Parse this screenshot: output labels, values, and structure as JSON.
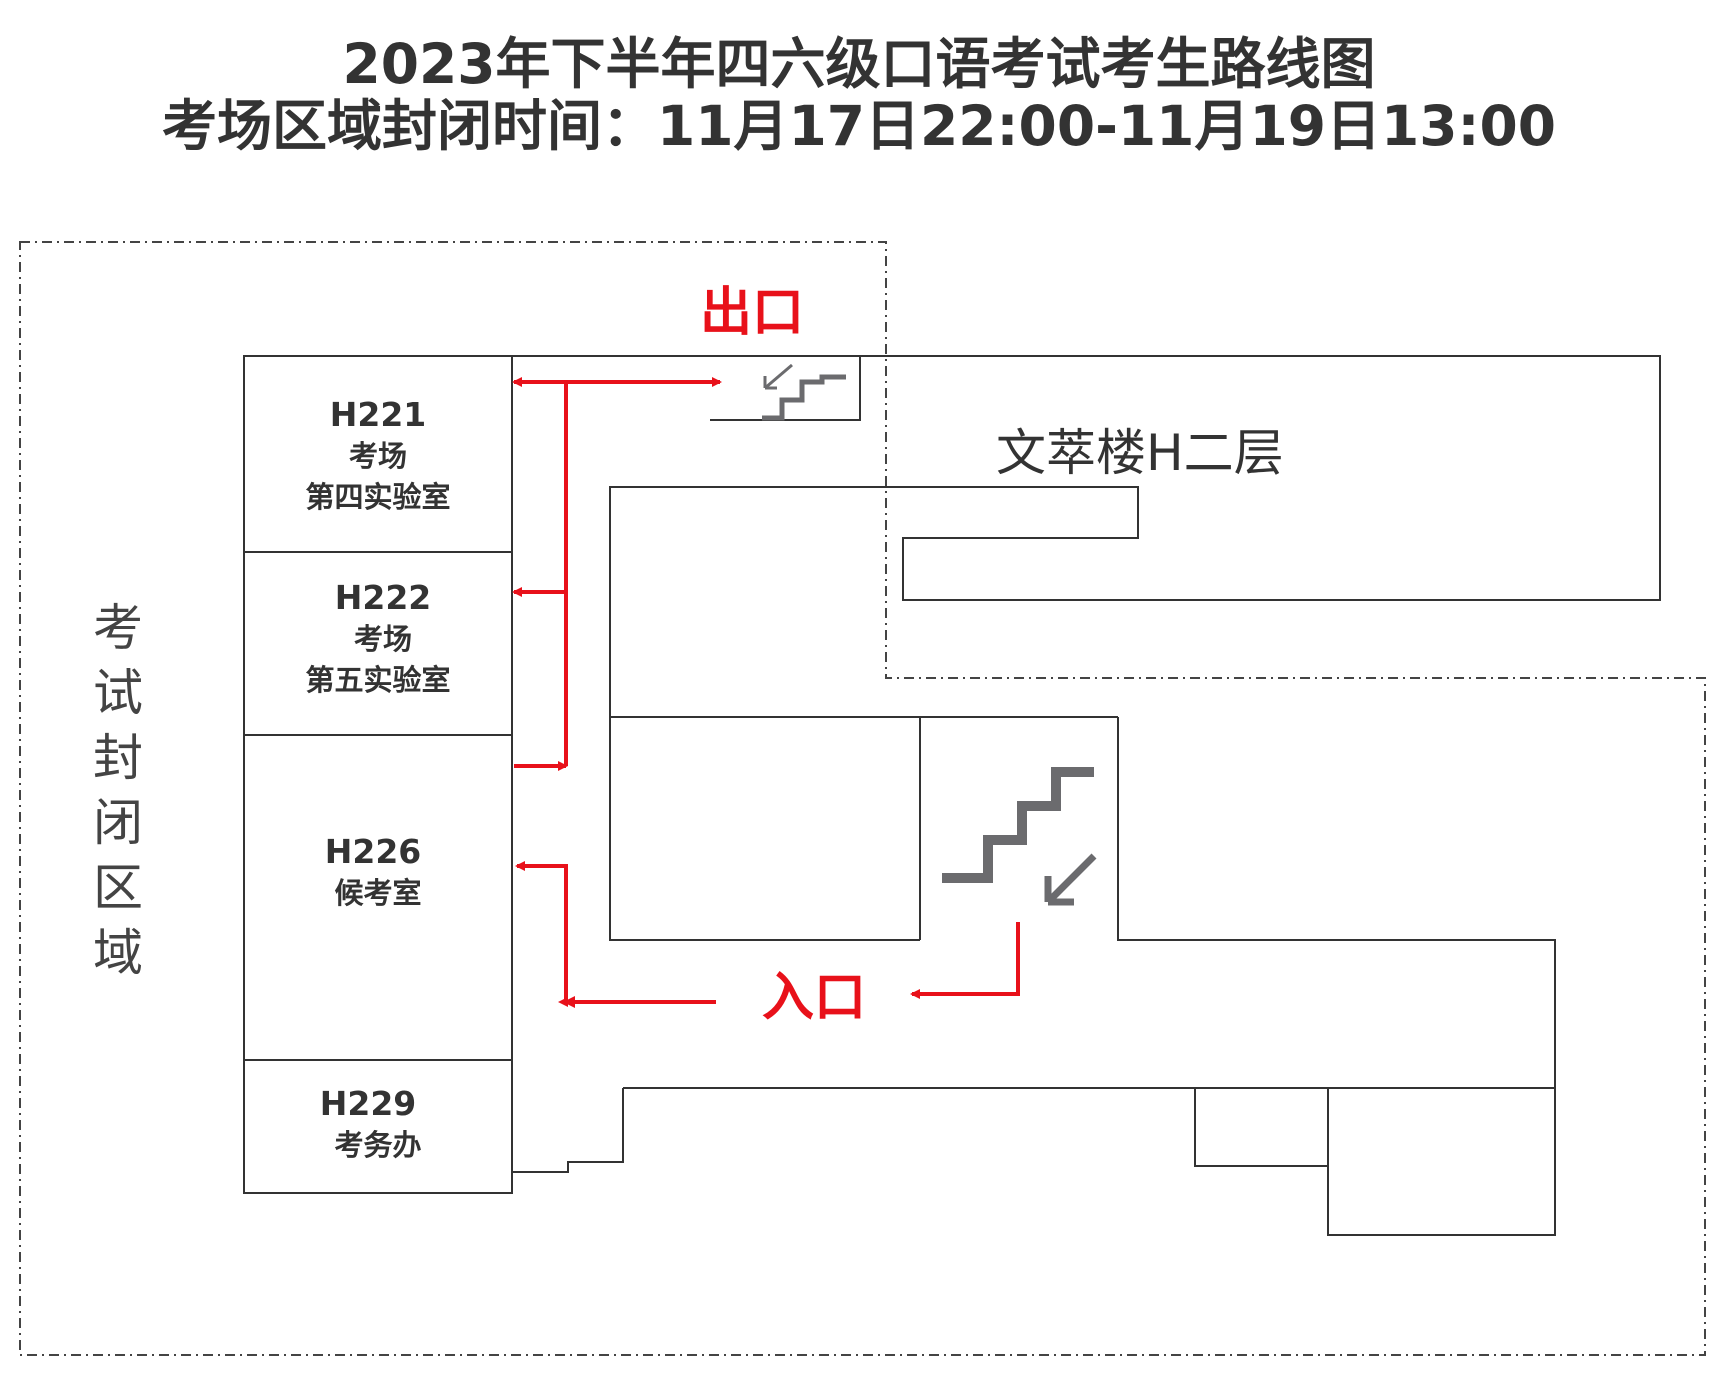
{
  "title": {
    "line1": "2023年下半年四六级口语考试考生路线图",
    "line2": "考场区域封闭时间：11月17日22:00-11月19日13:00"
  },
  "closed_zone_label": [
    "考",
    "试",
    "封",
    "闭",
    "区",
    "域"
  ],
  "building_label": "文萃楼H二层",
  "exit_label": "出口",
  "entrance_label": "入口",
  "rooms": [
    {
      "code": "H221",
      "lines": [
        "考场",
        "第四实验室"
      ]
    },
    {
      "code": "H222",
      "lines": [
        "考场",
        "第五实验室"
      ]
    },
    {
      "code": "H226",
      "lines": [
        "候考室"
      ]
    },
    {
      "code": "H229",
      "lines": [
        "考务办"
      ]
    }
  ],
  "icons": {
    "exit_stairs": "stairs-down-icon",
    "entrance_stairs": "stairs-down-icon"
  },
  "colors": {
    "route": "#e8111a",
    "walls": "#333333",
    "stairs": "#6b6b6e",
    "title": "#333333"
  }
}
